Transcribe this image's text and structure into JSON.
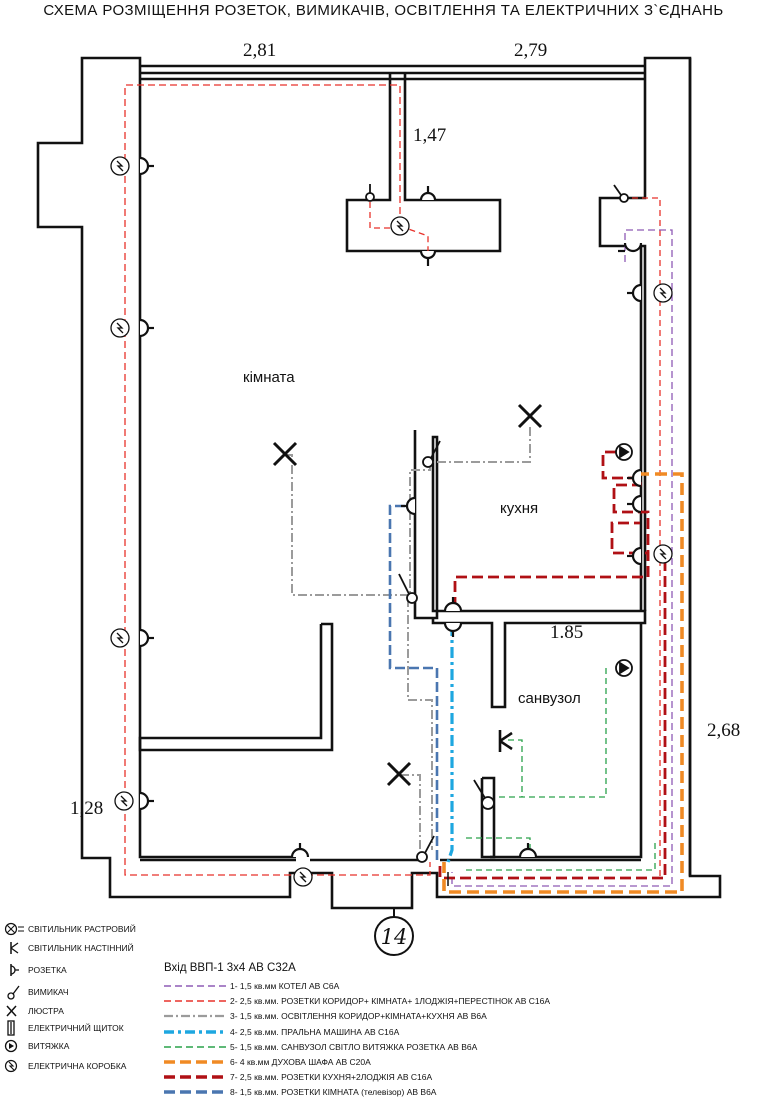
{
  "title": "СХЕМА РОЗМІЩЕННЯ РОЗЕТОК, ВИМИКАЧІВ, ОСВІТЛЕННЯ ТА ЕЛЕКТРИЧНИХ З`ЄДНАНЬ",
  "dimensions": {
    "top_left": "2,81",
    "top_right": "2,79",
    "corridor": "1,47",
    "bathroom": "1.85",
    "right_side": "2,68",
    "left_bottom": "1,28"
  },
  "rooms": {
    "room": "кімната",
    "kitchen": "кухня",
    "bathroom": "санвузол"
  },
  "stamp_number": "14",
  "symbol_legend": [
    {
      "icon": "ceiling-light-icon",
      "label": "СВІТИЛЬНИК РАСТРОВИЙ"
    },
    {
      "icon": "wall-light-icon",
      "label": "СВІТИЛЬНИК НАСТІННИЙ"
    },
    {
      "icon": "socket-icon",
      "label": "РОЗЕТКА"
    },
    {
      "icon": "switch-icon",
      "label": "ВИМИКАЧ"
    },
    {
      "icon": "chandelier-icon",
      "label": "ЛЮСТРА"
    },
    {
      "icon": "electrical-panel-icon",
      "label": "ЕЛЕКТРИЧНИЙ ЩИТОК"
    },
    {
      "icon": "exhaust-fan-icon",
      "label": "ВИТЯЖКА"
    },
    {
      "icon": "junction-box-icon",
      "label": "ЕЛЕКТРИЧНА КОРОБКА"
    }
  ],
  "feed_label": "Вхід ВВП-1 3х4 АВ С32А",
  "circuits": [
    {
      "label": "1- 1,5 кв.мм КОТЕЛ АВ С6А",
      "color": "#8e5bb5",
      "style": "dash-thin"
    },
    {
      "label": "2- 2,5 кв.мм. РОЗЕТКИ КОРИДОР+ КІМНАТА+ 1ЛОДЖІЯ+ПЕРЕСТІНОК   АВ С16А",
      "color": "#e8322b",
      "style": "dash-thin"
    },
    {
      "label": "3- 1,5 кв.мм. ОСВІТЛЕННЯ КОРИДОР+КІМНАТА+КУХНЯ  АВ В6А",
      "color": "#9b9b9b",
      "style": "dashdot"
    },
    {
      "label": "4- 2,5 кв.мм. ПРАЛЬНА МАШИНА АВ С16А",
      "color": "#1ea7e0",
      "style": "dashdot-thick"
    },
    {
      "label": "5- 1,5 кв.мм. САНВУЗОЛ СВІТЛО ВИТЯЖКА РОЗЕТКА АВ В6А",
      "color": "#2aa24a",
      "style": "dash-thin"
    },
    {
      "label": "6- 4 кв.мм ДУХОВА ШАФА АВ С20А",
      "color": "#f08a24",
      "style": "dash-thick"
    },
    {
      "label": "7- 2,5 кв.мм. РОЗЕТКИ КУХНЯ+2ЛОДЖІЯ  АВ С16А",
      "color": "#b01015",
      "style": "dash-thick"
    },
    {
      "label": "8- 1,5 кв.мм. РОЗЕТКИ КІМНАТА (телевізор)  АВ В6А",
      "color": "#4a76b0",
      "style": "dash-thick"
    }
  ]
}
